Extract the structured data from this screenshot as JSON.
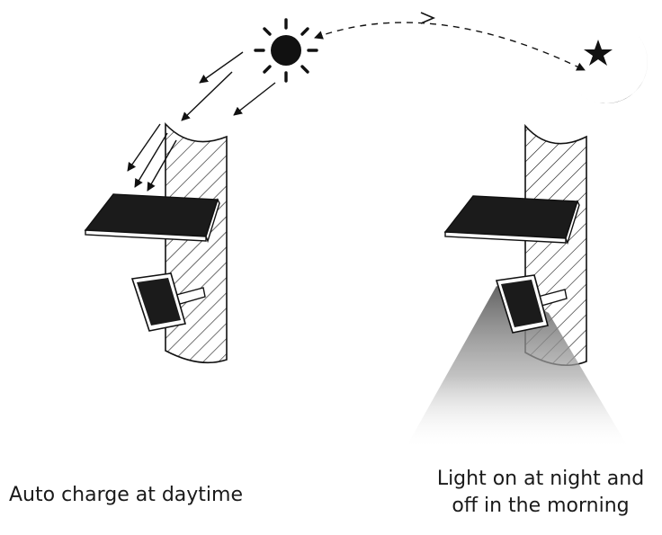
{
  "captions": {
    "daytime": "Auto charge at daytime",
    "night_line1": "Light on at night and",
    "night_line2": "off in the morning"
  },
  "icons": {
    "sun": "sun-icon",
    "moon": "crescent-moon-icon",
    "star": "star-icon"
  },
  "colors": {
    "ink": "#111111",
    "panel": "#1b1b1b",
    "background": "#ffffff",
    "light_beam": "#8a8a8a"
  }
}
